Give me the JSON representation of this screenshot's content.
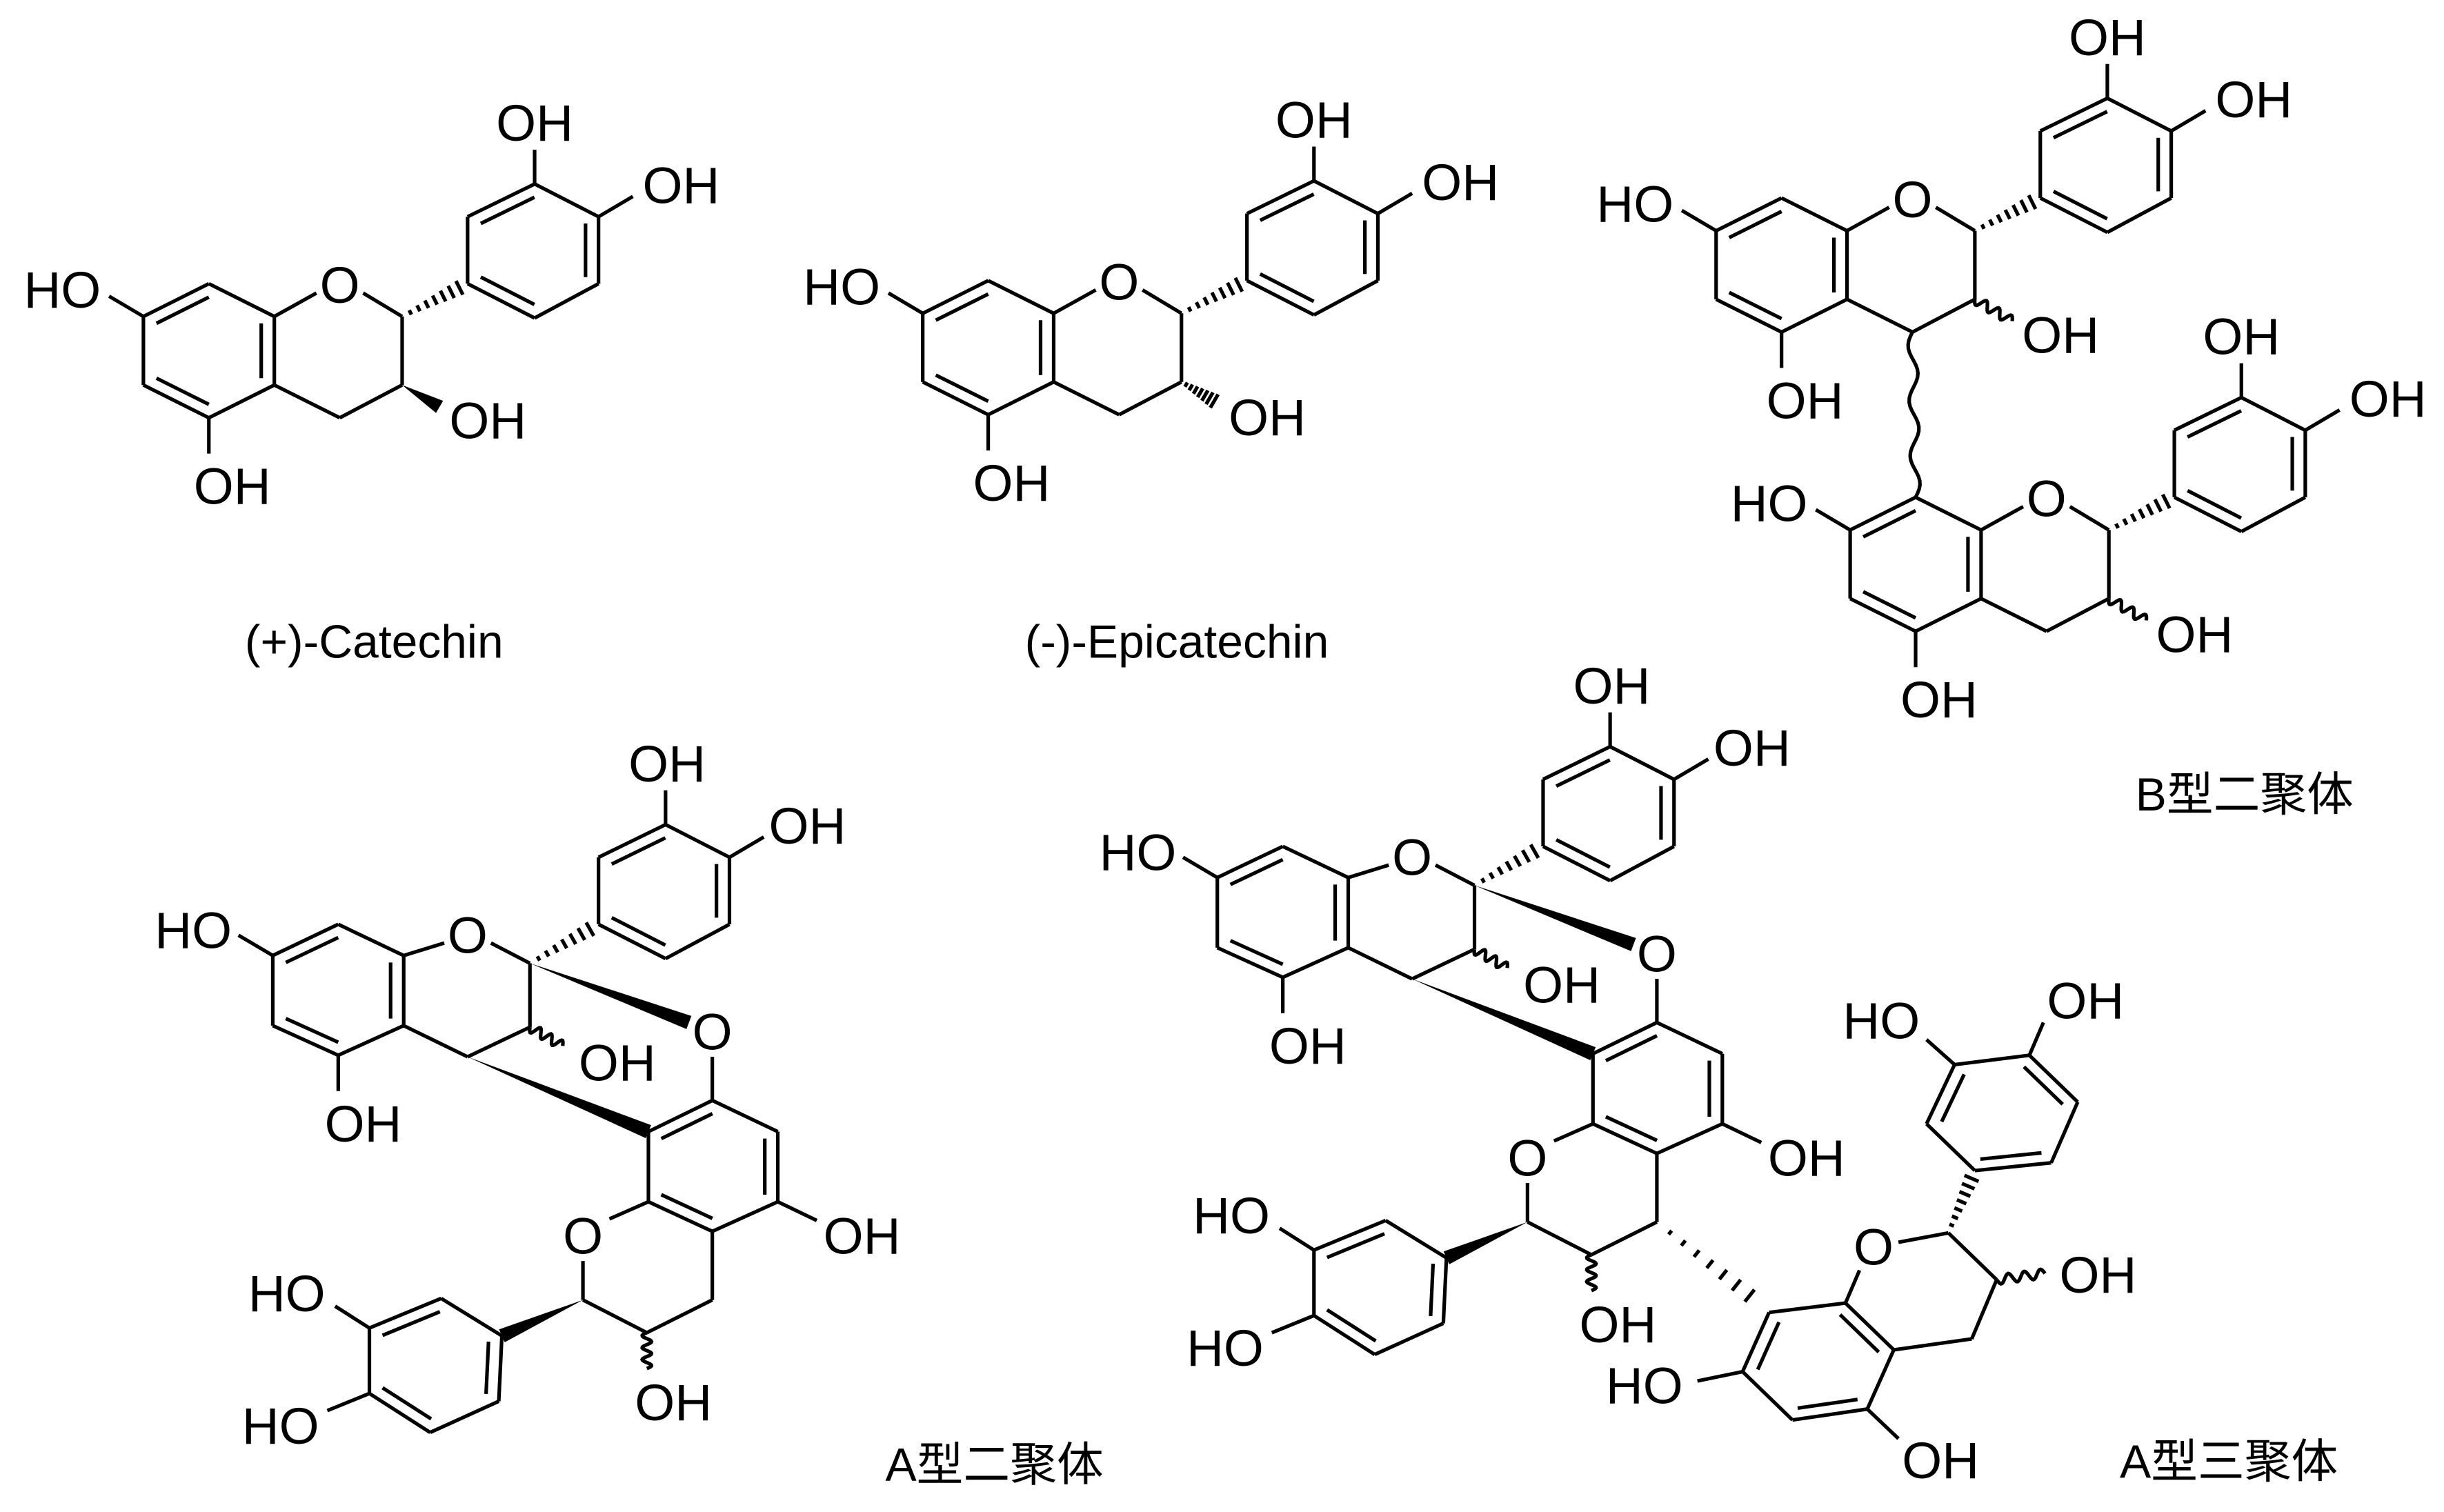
{
  "catechin": {
    "caption": "(+)-Catechin",
    "labels": [
      "OH",
      "OH",
      "HO",
      "OH",
      "O",
      "OH"
    ]
  },
  "epicatechin": {
    "caption": "(-)-Epicatechin",
    "labels": [
      "OH",
      "OH",
      "HO",
      "OH",
      "O",
      "OH"
    ]
  },
  "b_dimer": {
    "caption": "B型二聚体",
    "upper_unit": {
      "labels": [
        "OH",
        "OH",
        "HO",
        "OH",
        "O",
        "OH"
      ]
    },
    "lower_unit": {
      "labels": [
        "OH",
        "OH",
        "HO",
        "OH",
        "O",
        "OH"
      ]
    }
  },
  "a_dimer": {
    "caption": "A型二聚体",
    "labels": [
      "HO",
      "O",
      "OH",
      "OH",
      "OH",
      "OH",
      "O",
      "OH",
      "O",
      "HO",
      "HO",
      "OH"
    ]
  },
  "a_trimer": {
    "caption": "A型三聚体",
    "labels": [
      "HO",
      "O",
      "OH",
      "OH",
      "OH",
      "OH",
      "O",
      "OH",
      "O",
      "HO",
      "HO",
      "OH"
    ],
    "third_unit_labels": [
      "O",
      "OH",
      "HO",
      "OH",
      "HO",
      "OH"
    ]
  }
}
